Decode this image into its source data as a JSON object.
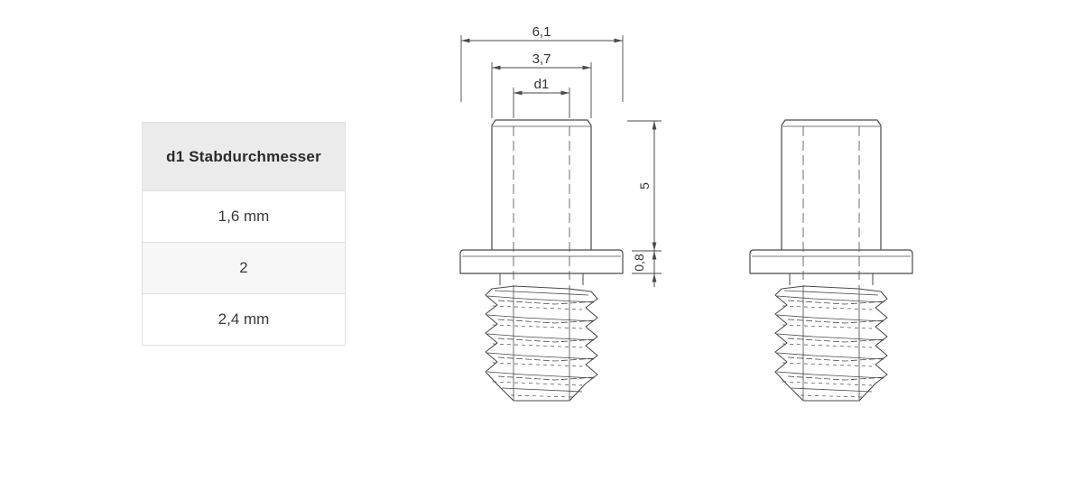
{
  "table": {
    "header": "d1 Stabdurchmesser",
    "rows": [
      "1,6 mm",
      "2",
      "2,4 mm"
    ],
    "header_bg": "#ebebeb",
    "row_alt_bg": "#f7f7f7",
    "border_color": "#e0e0e0",
    "text_color": "#3a3a3a"
  },
  "drawing": {
    "dims": {
      "total_width": "6,1",
      "body_width": "3,7",
      "rod_diameter": "d1",
      "body_height": "5",
      "flange_height": "0,8"
    },
    "line_color": "#4a4a4a",
    "text_color": "#333333",
    "views": [
      "dimensioned front view",
      "plain front view"
    ]
  }
}
